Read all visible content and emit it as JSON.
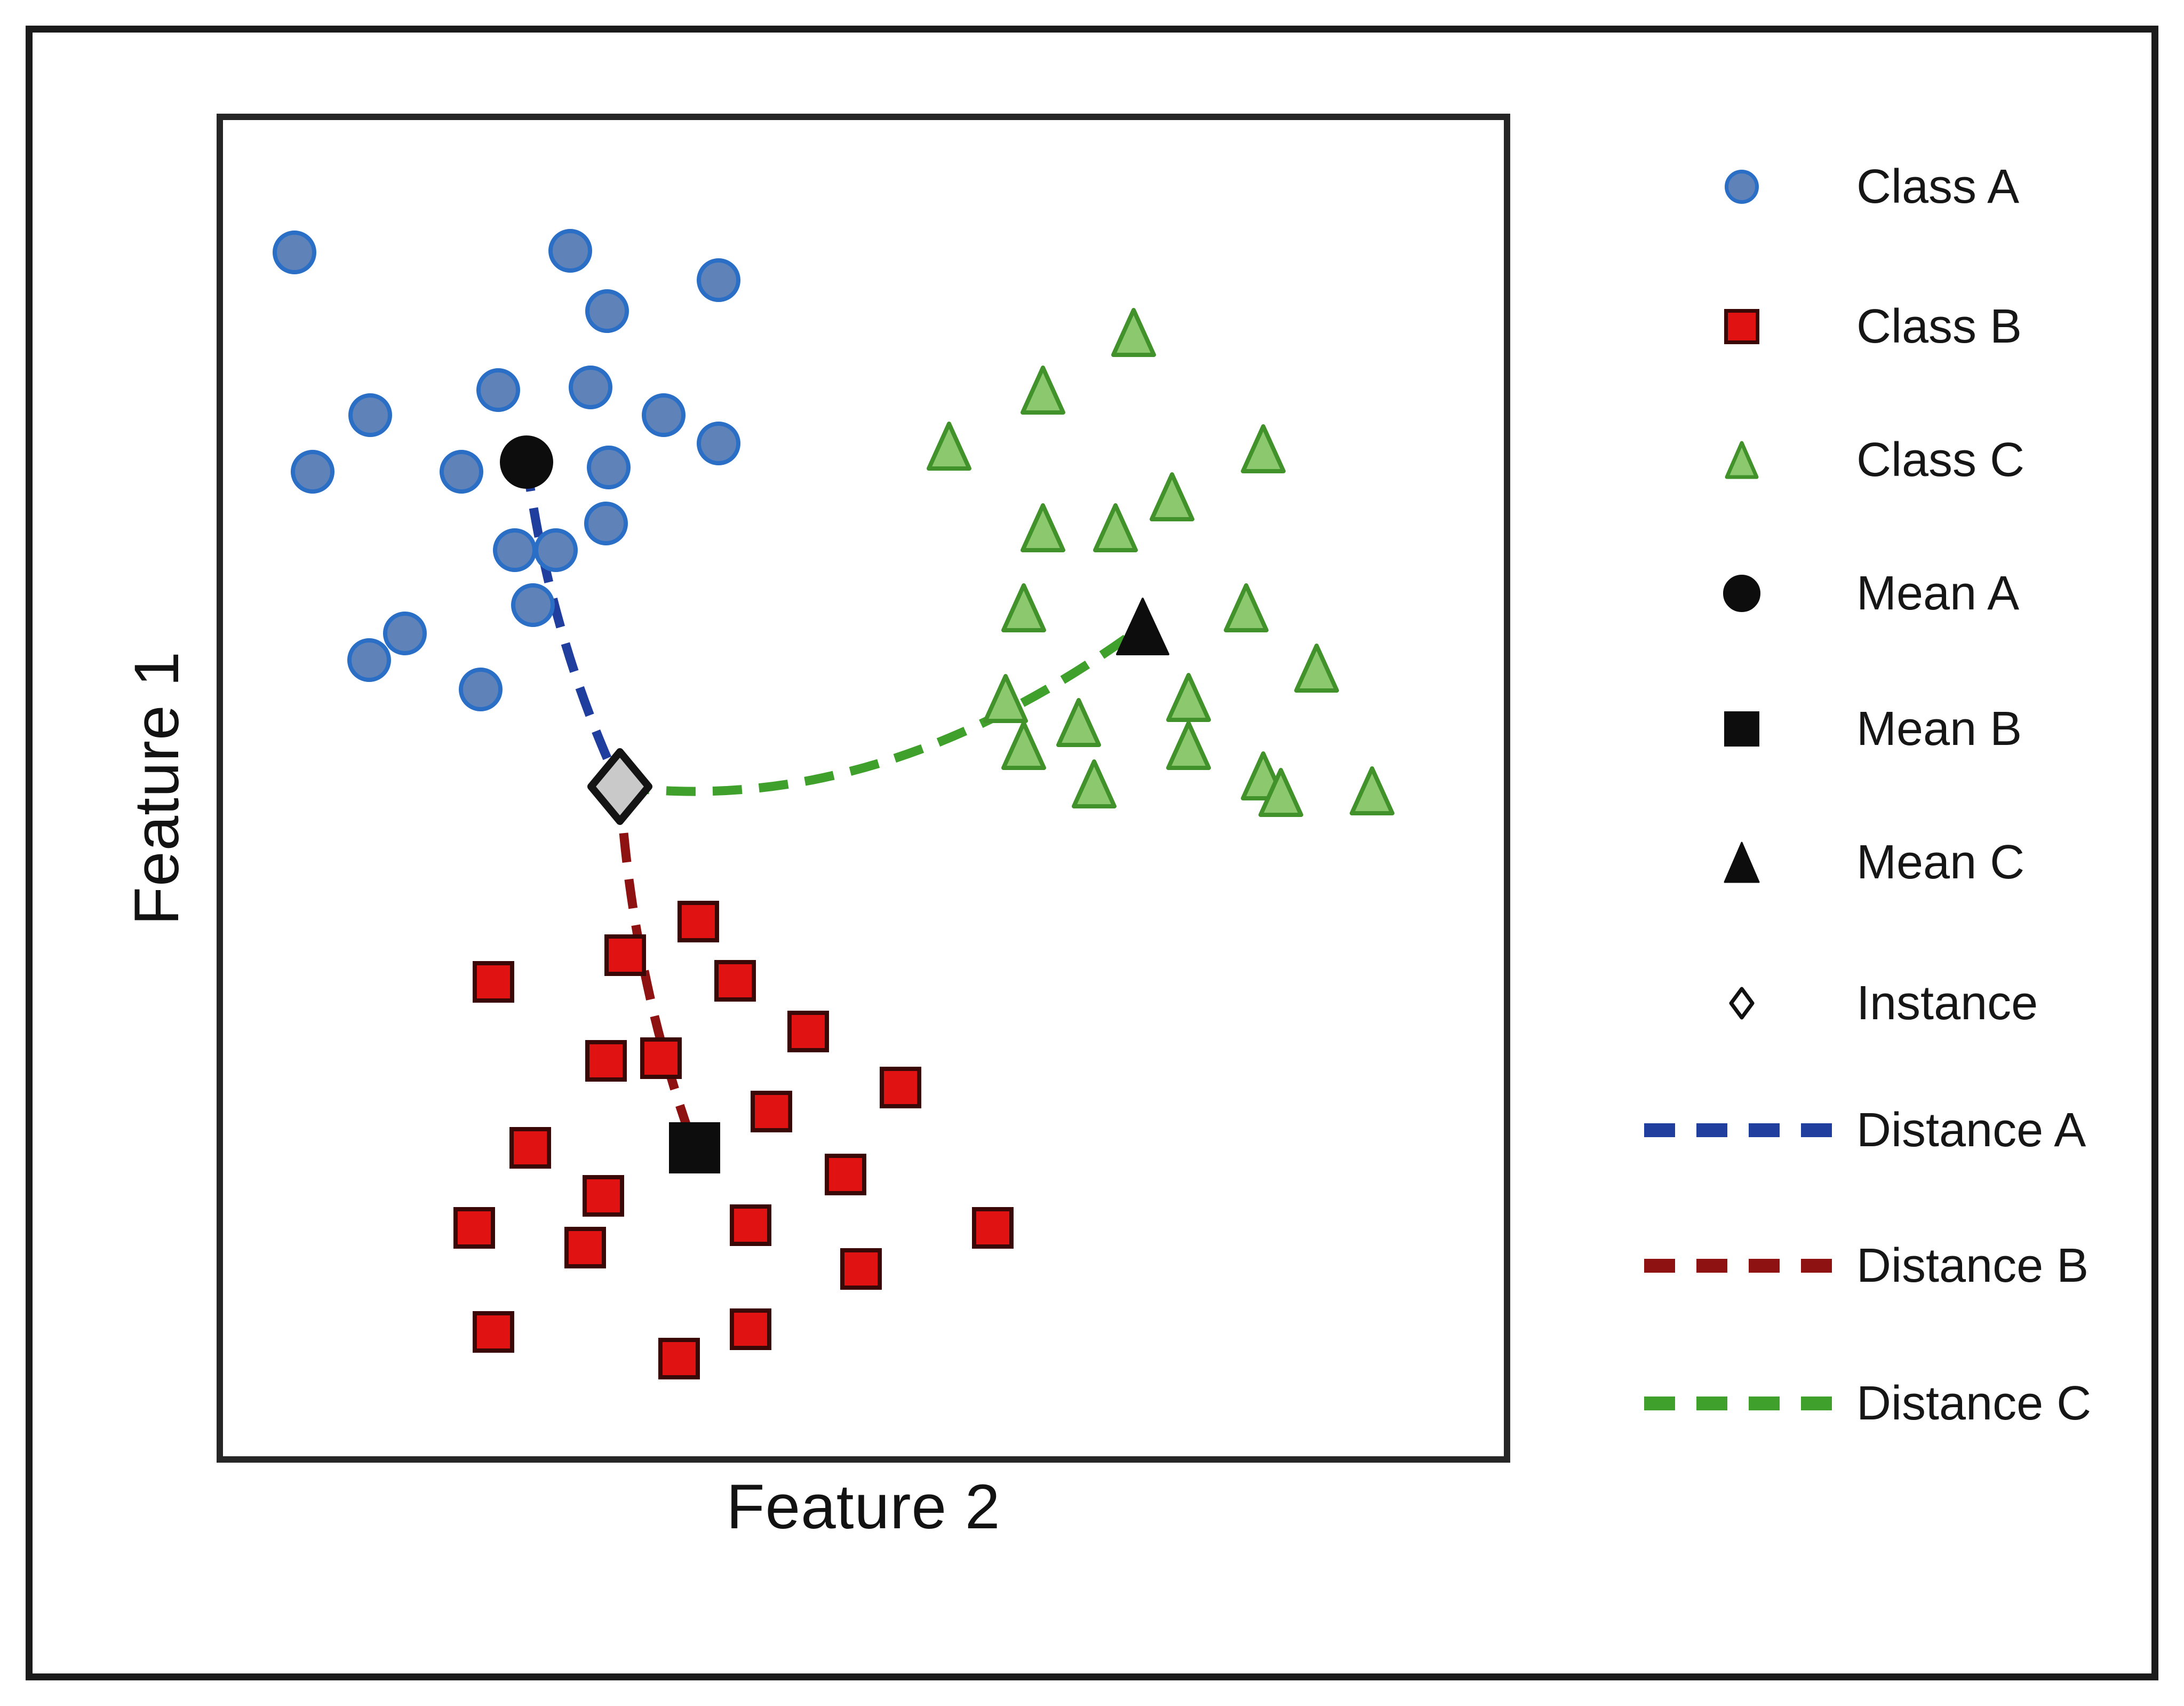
{
  "figure": {
    "background": "#ffffff",
    "frame_color": "#1b1b1b",
    "plot_border_color": "#262626"
  },
  "axes": {
    "x_label": "Feature 2",
    "y_label": "Feature 1"
  },
  "legend": {
    "items": [
      {
        "id": "class-a",
        "label": "Class A",
        "marker": "circle",
        "fill": "#5F83B9",
        "stroke": "#2A6FC5",
        "w": 64,
        "h": 64,
        "sw": 7
      },
      {
        "id": "class-b",
        "label": "Class B",
        "marker": "square",
        "fill": "#E01212",
        "stroke": "#3B0808",
        "w": 66,
        "h": 66,
        "sw": 7
      },
      {
        "id": "class-c",
        "label": "Class C",
        "marker": "triangle",
        "fill": "#8CC86E",
        "stroke": "#41922B",
        "w": 70,
        "h": 78,
        "sw": 7
      },
      {
        "id": "mean-a",
        "label": "Mean A",
        "marker": "circle",
        "fill": "#0D0D0D",
        "stroke": "#0D0D0D",
        "w": 70,
        "h": 70,
        "sw": 2
      },
      {
        "id": "mean-b",
        "label": "Mean B",
        "marker": "square",
        "fill": "#0D0D0D",
        "stroke": "#0D0D0D",
        "w": 66,
        "h": 66,
        "sw": 2
      },
      {
        "id": "mean-c",
        "label": "Mean C",
        "marker": "triangle",
        "fill": "#0D0D0D",
        "stroke": "#0D0D0D",
        "w": 70,
        "h": 80,
        "sw": 3
      },
      {
        "id": "instance",
        "label": "Instance",
        "marker": "diamond",
        "fill": "#FFFFFF",
        "stroke": "#111111",
        "w": 54,
        "h": 68,
        "sw": 7
      },
      {
        "id": "distance-a",
        "label": "Distance A",
        "marker": "dash",
        "color": "#203E9E"
      },
      {
        "id": "distance-b",
        "label": "Distance B",
        "marker": "dash",
        "color": "#8F1212"
      },
      {
        "id": "distance-c",
        "label": "Distance C",
        "marker": "dash",
        "color": "#3FA02B"
      }
    ]
  },
  "chart_data": {
    "type": "scatter",
    "title": "",
    "xlabel": "Feature 2",
    "ylabel": "Feature 1",
    "x_range": [
      0,
      100
    ],
    "y_range": [
      0,
      100
    ],
    "grid": false,
    "axis_ticks": "none",
    "legend_position": "right-outside",
    "description": "Minimum-distance classification illustration: three labeled clusters (Class A blue circles, Class B red squares, Class C green triangles), their class means (black markers), one unlabeled instance (gray diamond), and dashed distance lines from the instance to each class mean.",
    "series": [
      {
        "name": "Class A",
        "marker": "circle",
        "fill": "#5F83B9",
        "stroke": "#2A6FC5",
        "w": 82,
        "h": 82,
        "stroke_width": 8,
        "points": [
          [
            5.6,
            90.1
          ],
          [
            27.1,
            90.2
          ],
          [
            38.7,
            88.0
          ],
          [
            30.0,
            85.7
          ],
          [
            21.5,
            79.8
          ],
          [
            28.7,
            80.0
          ],
          [
            11.5,
            77.9
          ],
          [
            34.4,
            77.9
          ],
          [
            38.7,
            75.8
          ],
          [
            7.0,
            73.7
          ],
          [
            18.6,
            73.7
          ],
          [
            30.1,
            74.0
          ],
          [
            29.9,
            69.8
          ],
          [
            22.8,
            67.8
          ],
          [
            26.0,
            67.8
          ],
          [
            24.2,
            63.7
          ],
          [
            14.2,
            61.6
          ],
          [
            11.4,
            59.6
          ],
          [
            20.1,
            57.4
          ]
        ]
      },
      {
        "name": "Class B",
        "marker": "square",
        "fill": "#E01212",
        "stroke": "#3B0808",
        "w": 78,
        "h": 78,
        "stroke_width": 8,
        "points": [
          [
            31.4,
            37.5
          ],
          [
            37.1,
            40.0
          ],
          [
            21.1,
            35.5
          ],
          [
            40.0,
            35.6
          ],
          [
            45.7,
            31.8
          ],
          [
            29.9,
            29.6
          ],
          [
            34.2,
            29.8
          ],
          [
            52.9,
            27.6
          ],
          [
            42.8,
            25.8
          ],
          [
            24.0,
            23.1
          ],
          [
            48.6,
            21.1
          ],
          [
            29.7,
            19.5
          ],
          [
            19.6,
            17.1
          ],
          [
            41.2,
            17.3
          ],
          [
            60.1,
            17.1
          ],
          [
            28.3,
            15.6
          ],
          [
            49.8,
            14.0
          ],
          [
            21.1,
            9.3
          ],
          [
            41.2,
            9.5
          ],
          [
            35.6,
            7.3
          ]
        ]
      },
      {
        "name": "Class C",
        "marker": "triangle",
        "fill": "#8CC86E",
        "stroke": "#41922B",
        "w": 92,
        "h": 100,
        "stroke_width": 8,
        "points": [
          [
            71.1,
            84.1
          ],
          [
            64.0,
            79.8
          ],
          [
            56.7,
            75.6
          ],
          [
            81.2,
            75.4
          ],
          [
            74.1,
            71.8
          ],
          [
            64.0,
            69.5
          ],
          [
            69.7,
            69.5
          ],
          [
            62.5,
            63.5
          ],
          [
            79.9,
            63.5
          ],
          [
            85.4,
            59.0
          ],
          [
            61.1,
            56.7
          ],
          [
            75.4,
            56.8
          ],
          [
            66.8,
            54.9
          ],
          [
            62.5,
            53.2
          ],
          [
            75.4,
            53.2
          ],
          [
            68.0,
            50.3
          ],
          [
            81.2,
            50.9
          ],
          [
            82.6,
            49.7
          ],
          [
            89.7,
            49.8
          ]
        ]
      },
      {
        "name": "Mean A",
        "marker": "circle",
        "fill": "#0D0D0D",
        "stroke": "#0D0D0D",
        "w": 100,
        "h": 100,
        "stroke_width": 2,
        "points": [
          [
            23.7,
            74.4
          ]
        ]
      },
      {
        "name": "Mean B",
        "marker": "square",
        "fill": "#0D0D0D",
        "stroke": "#0D0D0D",
        "w": 96,
        "h": 96,
        "stroke_width": 2,
        "points": [
          [
            36.8,
            23.1
          ]
        ]
      },
      {
        "name": "Mean C",
        "marker": "triangle",
        "fill": "#0D0D0D",
        "stroke": "#0D0D0D",
        "w": 104,
        "h": 112,
        "stroke_width": 4,
        "points": [
          [
            71.8,
            62.1
          ]
        ]
      },
      {
        "name": "Instance",
        "marker": "diamond",
        "fill": "#C9C9C9",
        "stroke": "#141414",
        "w": 136,
        "h": 158,
        "stroke_width": 14,
        "points": [
          [
            31.0,
            50.1
          ]
        ]
      }
    ],
    "lines": [
      {
        "name": "Distance A",
        "color": "#203E9E",
        "style": "dashed",
        "from": [
          23.7,
          74.4
        ],
        "via": [
          25.5,
          61.4
        ],
        "to": [
          31.0,
          50.1
        ]
      },
      {
        "name": "Distance B",
        "color": "#8F1212",
        "style": "dashed",
        "from": [
          31.0,
          50.1
        ],
        "via": [
          31.9,
          36.0
        ],
        "to": [
          36.8,
          23.1
        ]
      },
      {
        "name": "Distance C",
        "color": "#3FA02B",
        "style": "dashed",
        "from": [
          31.0,
          50.1
        ],
        "via": [
          51.3,
          47.7
        ],
        "to": [
          71.8,
          62.1
        ]
      }
    ]
  }
}
